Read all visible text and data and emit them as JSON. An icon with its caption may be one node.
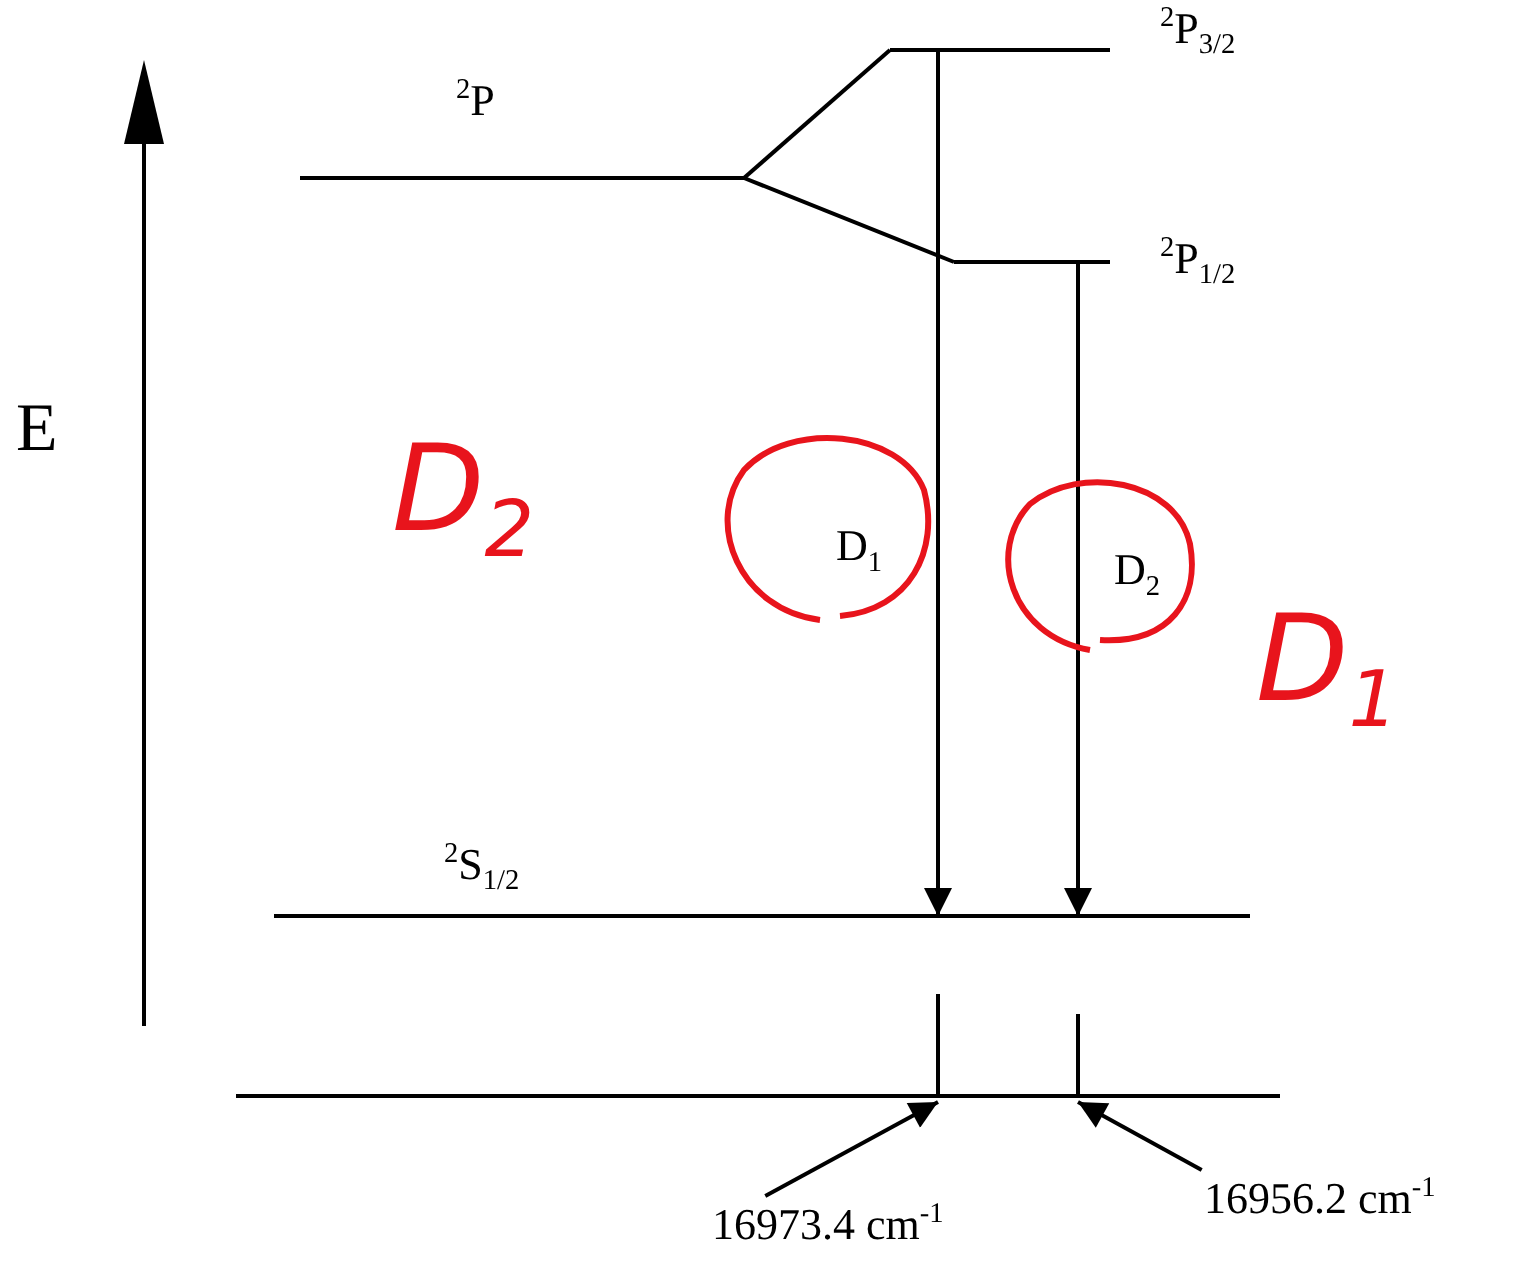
{
  "diagram": {
    "nodes": [
      {
        "text": [
          "$^{2}$P"
        ]
      },
      {
        "text": [
          "$^{2}$P$_{3/2}$"
        ]
      },
      {
        "text": [
          "$^{2}$P$_{1/2}$"
        ]
      },
      {
        "text": [
          "$^{2}$S$_{1/2}$"
        ]
      },
      {
        "text": [],
        "shape": "bar"
      },
      {
        "text": [],
        "shape": "bar"
      },
      {
        "text": [
          "16973.4 cm$^{-1}$"
        ]
      },
      {
        "text": [
          "16956.2 cm$^{-1}$"
        ]
      }
    ],
    "edges": [
      {
        "from": 0,
        "to": 1,
        "arrow": "none"
      },
      {
        "from": 0,
        "to": 2,
        "arrow": "none"
      },
      {
        "from": 1,
        "to": 3,
        "arrow": "to",
        "label": "D$_{1}$"
      },
      {
        "from": 2,
        "to": 3,
        "arrow": "to",
        "label": "D$_{2}$"
      },
      {
        "from": 6,
        "to": 4,
        "arrow": "to"
      },
      {
        "from": 7,
        "to": 5,
        "arrow": "to"
      }
    ],
    "labels": [
      "E",
      "D$_{2}$",
      "D$_{1}$"
    ]
  }
}
